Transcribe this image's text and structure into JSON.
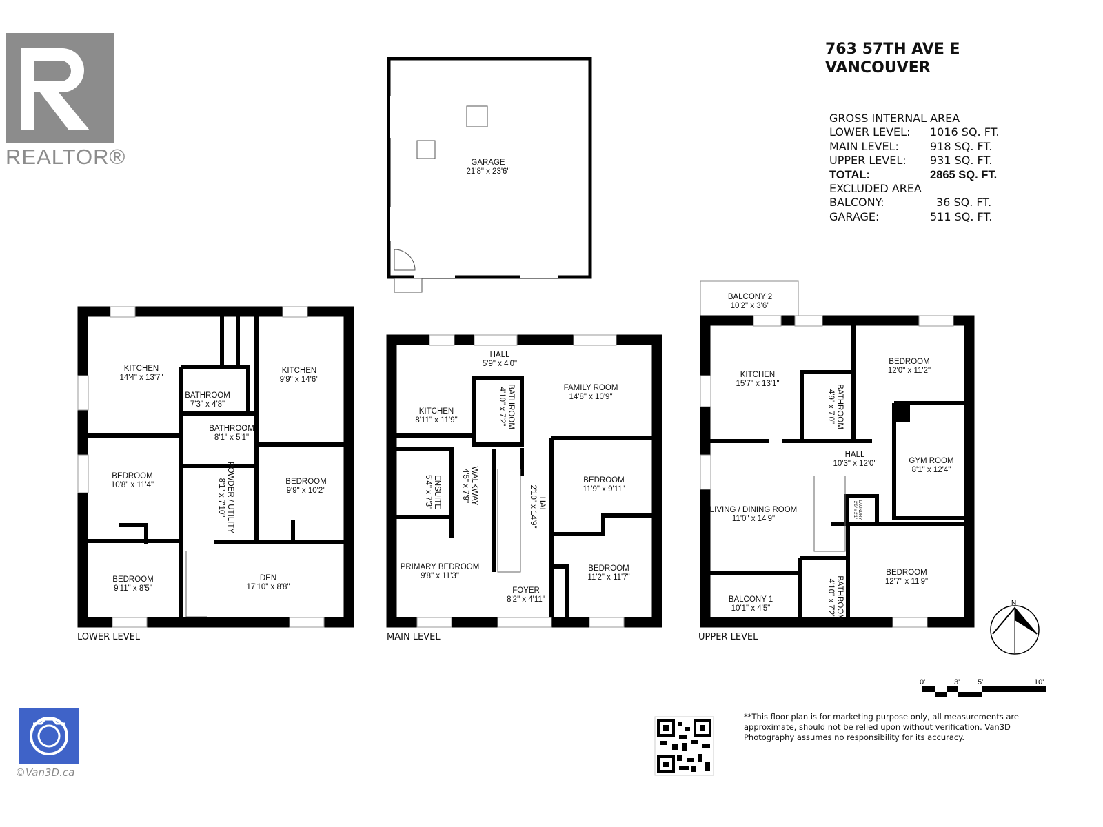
{
  "header": {
    "address_line1": "763 57TH AVE E",
    "address_line2": "VANCOUVER"
  },
  "area_summary": {
    "gross_heading": "GROSS INTERNAL AREA",
    "rows": [
      {
        "label": "LOWER LEVEL:",
        "value": "1016 SQ. FT."
      },
      {
        "label": "MAIN LEVEL:",
        "value": "918 SQ. FT."
      },
      {
        "label": "UPPER LEVEL:",
        "value": "931 SQ. FT."
      },
      {
        "label": "TOTAL:",
        "value": "2865 SQ. FT."
      }
    ],
    "excluded_heading": "EXCLUDED AREA",
    "excluded_rows": [
      {
        "label": "BALCONY:",
        "value": "36 SQ. FT."
      },
      {
        "label": "GARAGE:",
        "value": "511 SQ. FT."
      }
    ]
  },
  "garage": {
    "name": "GARAGE",
    "dims": "21'8\" x 23'6\""
  },
  "lower": {
    "label": "LOWER LEVEL",
    "rooms": [
      {
        "name": "KITCHEN",
        "dims": "14'4\" x 13'7\""
      },
      {
        "name": "BATHROOM",
        "dims": "7'3\" x 4'8\""
      },
      {
        "name": "KITCHEN",
        "dims": "9'9\" x 14'6\""
      },
      {
        "name": "BATHROOM",
        "dims": "8'1\" x 5'1\""
      },
      {
        "name": "BEDROOM",
        "dims": "10'8\" x 11'4\""
      },
      {
        "name": "POWDER / UTILITY",
        "dims": "8'1\" x 7'10\""
      },
      {
        "name": "BEDROOM",
        "dims": "9'9\" x 10'2\""
      },
      {
        "name": "BEDROOM",
        "dims": "9'11\" x 8'5\""
      },
      {
        "name": "DEN",
        "dims": "17'10\" x 8'8\""
      }
    ]
  },
  "main": {
    "label": "MAIN LEVEL",
    "rooms": [
      {
        "name": "HALL",
        "dims": "5'9\" x 4'0\""
      },
      {
        "name": "KITCHEN",
        "dims": "8'11\" x 11'9\""
      },
      {
        "name": "BATHROOM",
        "dims": "4'10\" x 7'2\""
      },
      {
        "name": "FAMILY ROOM",
        "dims": "14'8\" x 10'9\""
      },
      {
        "name": "ENSUITE",
        "dims": "5'4\" x 7'3\""
      },
      {
        "name": "WALKWAY",
        "dims": "4'5\" x 7'9\""
      },
      {
        "name": "HALL",
        "dims": "2'10\" x 14'9\""
      },
      {
        "name": "BEDROOM",
        "dims": "11'9\" x 9'11\""
      },
      {
        "name": "PRIMARY BEDROOM",
        "dims": "9'8\" x 11'3\""
      },
      {
        "name": "FOYER",
        "dims": "8'2\" x 4'11\""
      },
      {
        "name": "BEDROOM",
        "dims": "11'2\" x 11'7\""
      }
    ]
  },
  "upper": {
    "label": "UPPER LEVEL",
    "rooms": [
      {
        "name": "BALCONY 2",
        "dims": "10'2\" x 3'6\""
      },
      {
        "name": "KITCHEN",
        "dims": "15'7\" x 13'1\""
      },
      {
        "name": "BATHROOM",
        "dims": "4'9\" x 7'0\""
      },
      {
        "name": "BEDROOM",
        "dims": "12'0\" x 11'2\""
      },
      {
        "name": "HALL",
        "dims": "10'3\" x 12'0\""
      },
      {
        "name": "GYM ROOM",
        "dims": "8'1\" x 12'4\""
      },
      {
        "name": "LIVING / DINING ROOM",
        "dims": "11'0\" x 14'9\""
      },
      {
        "name": "LAUNDRY",
        "dims": "2'6\" x 2'1\""
      },
      {
        "name": "BEDROOM",
        "dims": "12'7\" x 11'9\""
      },
      {
        "name": "BATHROOM",
        "dims": "4'10\" x 7'2\""
      },
      {
        "name": "BALCONY 1",
        "dims": "10'1\" x 4'5\""
      }
    ]
  },
  "compass": {
    "north_label": "N"
  },
  "scale_bar": {
    "ticks": [
      "0'",
      "3'",
      "5'",
      "10'"
    ]
  },
  "disclaimer": "**This floor plan is for marketing purpose only, all measurements are approximate, should not be relied upon without verification. Van3D Photography assumes no responsibility for its accuracy.",
  "branding": {
    "realtor_logo_text": "REALTOR®",
    "copyright": "©Van3D.ca",
    "accent_blue": "#3f63c8",
    "realtor_gray": "#8c8c8c"
  }
}
